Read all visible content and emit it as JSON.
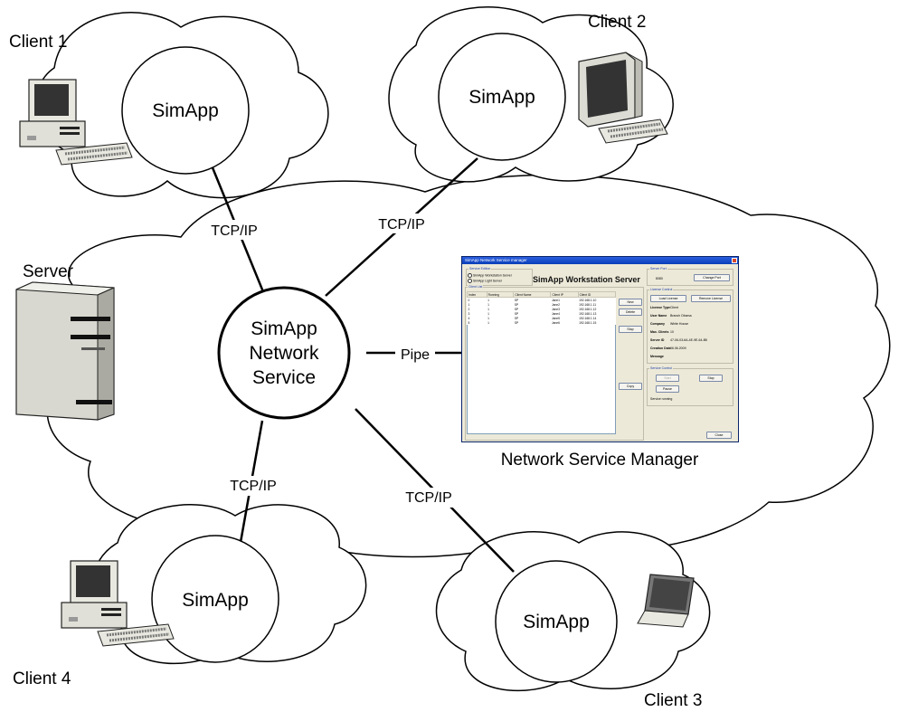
{
  "nodes": {
    "client1": {
      "label": "SimApp",
      "caption": "Client 1"
    },
    "client2": {
      "label": "SimApp",
      "caption": "Client 2"
    },
    "client3": {
      "label": "SimApp",
      "caption": "Client 3"
    },
    "client4": {
      "label": "SimApp",
      "caption": "Client 4"
    },
    "server": {
      "caption": "Server"
    },
    "service": {
      "line1": "SimApp",
      "line2": "Network",
      "line3": "Service"
    },
    "manager": {
      "caption": "Network Service Manager"
    }
  },
  "edges": {
    "client1": "TCP/IP",
    "client2": "TCP/IP",
    "client3": "TCP/IP",
    "client4": "TCP/IP",
    "manager": "Pipe"
  },
  "screenshot": {
    "window_title": "SimApp Network Service manager",
    "heading": "SimApp Workstation Server",
    "service_edition": {
      "title": "Service Edition",
      "options": [
        "SimApp Workstation Server",
        "SimApp Light Server"
      ]
    },
    "client_list": {
      "title": "Client List",
      "columns": [
        "Index",
        "Running",
        "Client Name",
        "Client IP",
        "Client ID"
      ],
      "rows": [
        [
          "0",
          "1",
          "SP",
          "Jane1",
          "192.168.1.10"
        ],
        [
          "1",
          "1",
          "SP",
          "Jane2",
          "192.168.1.11"
        ],
        [
          "2",
          "1",
          "SP",
          "Jane3",
          "192.168.1.12"
        ],
        [
          "3",
          "1",
          "SP",
          "Jane4",
          "192.168.1.13"
        ],
        [
          "4",
          "1",
          "SP",
          "Jane5",
          "192.168.1.14"
        ],
        [
          "5",
          "1",
          "SP",
          "Jane6",
          "192.168.1.15"
        ]
      ]
    },
    "list_buttons": [
      "New",
      "Delete",
      "Stop",
      "Copy"
    ],
    "server_port": {
      "title": "Server Port",
      "value": "8080",
      "button": "Change Port"
    },
    "license_control": {
      "title": "License Control",
      "buttons": [
        "Load License",
        "Remove License"
      ],
      "fields": [
        {
          "key": "License Type",
          "value": "Client"
        },
        {
          "key": "User Name",
          "value": "Branch Obama"
        },
        {
          "key": "Company",
          "value": "White House"
        },
        {
          "key": "Max. Clients",
          "value": "10"
        },
        {
          "key": "Server ID",
          "value": "47-06-03-6A-4E-9E-64-8B"
        },
        {
          "key": "Creation Date",
          "value": "06.06.2009"
        },
        {
          "key": "Message",
          "value": ""
        }
      ]
    },
    "service_control": {
      "title": "Service Control",
      "buttons": [
        "Start",
        "Stop",
        "Pause"
      ],
      "status": "Service running"
    },
    "close_button": "Close"
  }
}
